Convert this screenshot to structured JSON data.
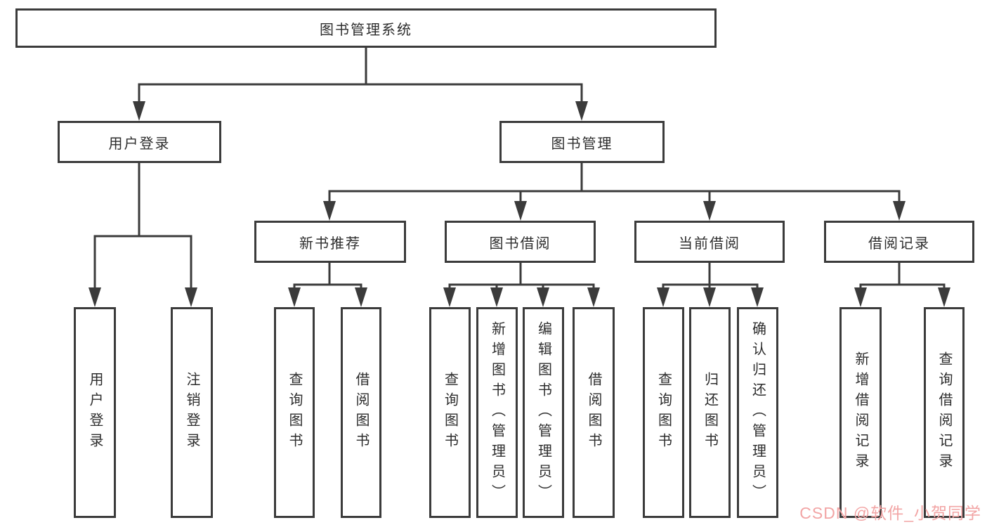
{
  "colors": {
    "line": "#3b3b3b",
    "box_border": "#3b3b3b",
    "background": "#ffffff",
    "watermark": "#f2a5a5"
  },
  "watermark": {
    "text": "CSDN @软件_小贺同学"
  },
  "tree": {
    "root": {
      "label": "图书管理系统"
    },
    "children": [
      {
        "label": "用户登录",
        "children": [
          {
            "label": "用户登录"
          },
          {
            "label": "注销登录"
          }
        ]
      },
      {
        "label": "图书管理",
        "children": [
          {
            "label": "新书推荐",
            "children": [
              {
                "label": "查询图书"
              },
              {
                "label": "借阅图书"
              }
            ]
          },
          {
            "label": "图书借阅",
            "children": [
              {
                "label": "查询图书"
              },
              {
                "label": "新增图书（管理员）"
              },
              {
                "label": "编辑图书（管理员）"
              },
              {
                "label": "借阅图书"
              }
            ]
          },
          {
            "label": "当前借阅",
            "children": [
              {
                "label": "查询图书"
              },
              {
                "label": "归还图书"
              },
              {
                "label": "确认归还（管理员）"
              }
            ]
          },
          {
            "label": "借阅记录",
            "children": [
              {
                "label": "新增借阅记录"
              },
              {
                "label": "查询借阅记录"
              }
            ]
          }
        ]
      }
    ]
  }
}
